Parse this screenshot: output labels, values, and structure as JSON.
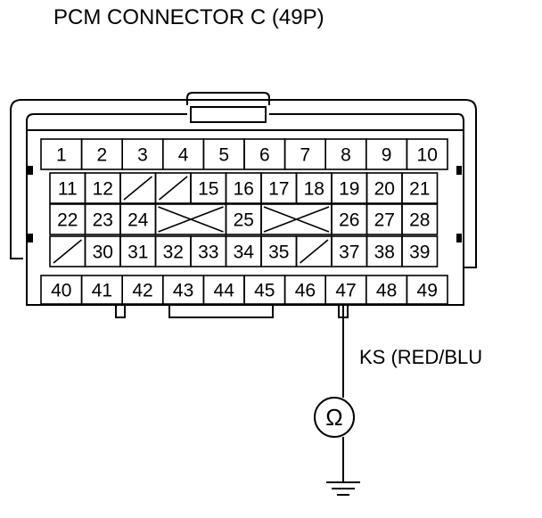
{
  "diagram": {
    "title": "PCM CONNECTOR C (49P)",
    "wire_label": "KS (RED/BLU",
    "meter_symbol": "Ω",
    "meter_icon": "ohmmeter-icon",
    "ground_icon": "ground-icon",
    "probe_pin": "47",
    "rows": [
      [
        {
          "t": "pin",
          "n": "1"
        },
        {
          "t": "pin",
          "n": "2"
        },
        {
          "t": "pin",
          "n": "3"
        },
        {
          "t": "pin",
          "n": "4"
        },
        {
          "t": "pin",
          "n": "5"
        },
        {
          "t": "pin",
          "n": "6"
        },
        {
          "t": "pin",
          "n": "7"
        },
        {
          "t": "pin",
          "n": "8"
        },
        {
          "t": "pin",
          "n": "9"
        },
        {
          "t": "pin",
          "n": "10"
        }
      ],
      [
        {
          "t": "pin",
          "n": "11"
        },
        {
          "t": "pin",
          "n": "12"
        },
        {
          "t": "empty"
        },
        {
          "t": "empty"
        },
        {
          "t": "pin",
          "n": "15"
        },
        {
          "t": "pin",
          "n": "16"
        },
        {
          "t": "pin",
          "n": "17"
        },
        {
          "t": "pin",
          "n": "18"
        },
        {
          "t": "pin",
          "n": "19"
        },
        {
          "t": "pin",
          "n": "20"
        },
        {
          "t": "pin",
          "n": "21"
        }
      ],
      [
        {
          "t": "pin",
          "n": "22"
        },
        {
          "t": "pin",
          "n": "23"
        },
        {
          "t": "pin",
          "n": "24"
        },
        {
          "t": "blocked"
        },
        {
          "t": "pin",
          "n": "25"
        },
        {
          "t": "blocked"
        },
        {
          "t": "pin",
          "n": "26"
        },
        {
          "t": "pin",
          "n": "27"
        },
        {
          "t": "pin",
          "n": "28"
        }
      ],
      [
        {
          "t": "empty"
        },
        {
          "t": "pin",
          "n": "30"
        },
        {
          "t": "pin",
          "n": "31"
        },
        {
          "t": "pin",
          "n": "32"
        },
        {
          "t": "pin",
          "n": "33"
        },
        {
          "t": "pin",
          "n": "34"
        },
        {
          "t": "pin",
          "n": "35"
        },
        {
          "t": "empty"
        },
        {
          "t": "pin",
          "n": "37"
        },
        {
          "t": "pin",
          "n": "38"
        },
        {
          "t": "pin",
          "n": "39"
        }
      ],
      [
        {
          "t": "pin",
          "n": "40"
        },
        {
          "t": "pin",
          "n": "41"
        },
        {
          "t": "pin",
          "n": "42"
        },
        {
          "t": "pin",
          "n": "43"
        },
        {
          "t": "pin",
          "n": "44"
        },
        {
          "t": "pin",
          "n": "45"
        },
        {
          "t": "pin",
          "n": "46"
        },
        {
          "t": "pin",
          "n": "47"
        },
        {
          "t": "pin",
          "n": "48"
        },
        {
          "t": "pin",
          "n": "49"
        }
      ]
    ]
  }
}
